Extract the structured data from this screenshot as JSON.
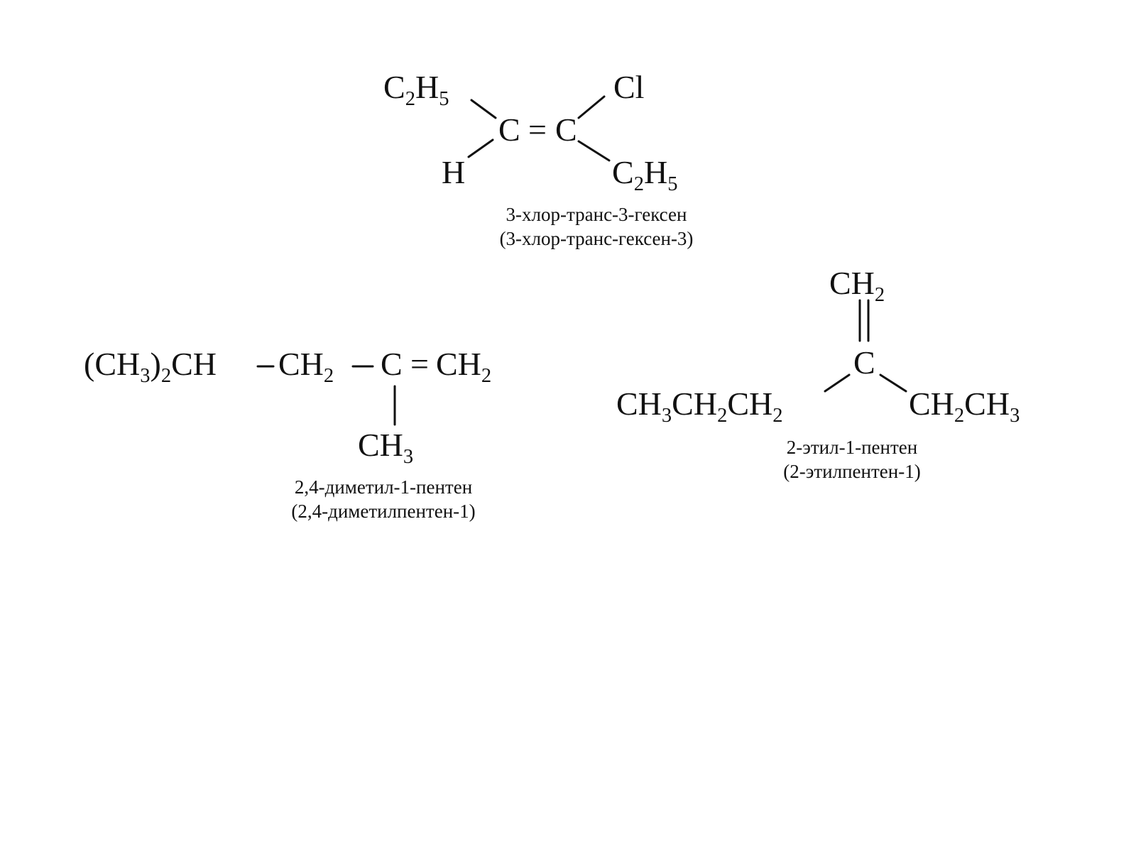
{
  "structures": [
    {
      "id": "chlorohexene",
      "atoms": {
        "c2h5_top": {
          "main": "C",
          "sub1": "2",
          "main2": "H",
          "sub2": "5"
        },
        "cl": "Cl",
        "c_left": "C",
        "eq": "=",
        "c_right": "C",
        "h": "H",
        "c2h5_bottom": {
          "main": "C",
          "sub1": "2",
          "main2": "H",
          "sub2": "5"
        }
      },
      "names": [
        "3-хлор-транс-3-гексен",
        "(3-хлор-транс-гексен-3)"
      ]
    },
    {
      "id": "dimethylpentene",
      "atoms": {
        "isopropyl": {
          "open": "(CH",
          "sub1": "3",
          "close": ")",
          "sub2": "2",
          "tail": "CH"
        },
        "ch2_mid": {
          "main": "CH",
          "sub": "2"
        },
        "c_center": "C",
        "eq": "=",
        "ch2_end": {
          "main": "CH",
          "sub": "2"
        },
        "ch3_branch": {
          "main": "CH",
          "sub": "3"
        }
      },
      "names": [
        "2,4-диметил-1-пентен",
        "(2,4-диметилпентен-1)"
      ]
    },
    {
      "id": "ethylpentene",
      "atoms": {
        "ch2_top": {
          "main": "CH",
          "sub": "2"
        },
        "c_center": "C",
        "propyl": {
          "a": "CH",
          "s1": "3",
          "b": "CH",
          "s2": "2",
          "c": "CH",
          "s3": "2"
        },
        "ethyl": {
          "a": "CH",
          "s1": "2",
          "b": "CH",
          "s2": "3"
        }
      },
      "names": [
        "2-этил-1-пентен",
        "(2-этилпентен-1)"
      ]
    }
  ]
}
